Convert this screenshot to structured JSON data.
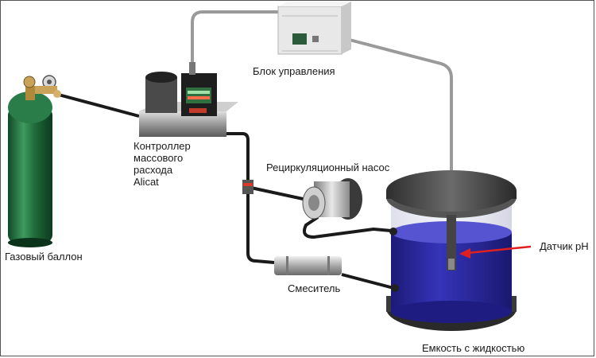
{
  "diagram": {
    "labels": {
      "control_unit": "Блок управления",
      "controller_line1": "Контроллер",
      "controller_line2": "массового",
      "controller_line3": "расхода",
      "controller_line4": "Alicat",
      "pump": "Рециркуляционный насос",
      "gas_cylinder": "Газовый баллон",
      "mixer": "Смеситель",
      "ph_sensor": "Датчик pH",
      "tank": "Емкость с жидкостью"
    },
    "colors": {
      "cylinder_green": "#1f6b3a",
      "liquid_blue": "#2b2aa0",
      "arrow_red": "#e02020",
      "tube_black": "#1a1a1a",
      "cable_grey": "#9a9a9a"
    }
  }
}
